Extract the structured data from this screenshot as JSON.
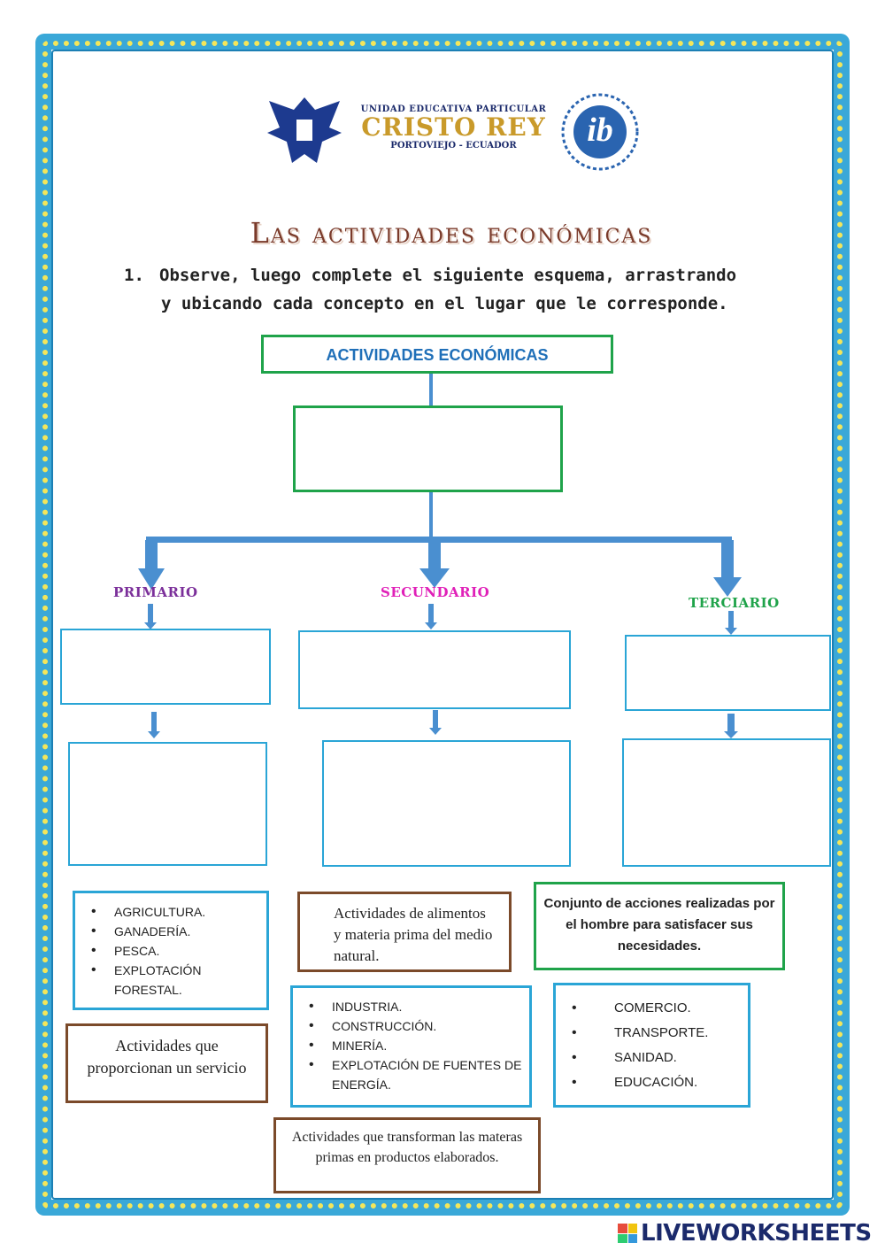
{
  "header": {
    "school_line1": "UNIDAD EDUCATIVA PARTICULAR",
    "school_name": "CRISTO REY",
    "school_line2": "PORTOVIEJO - ECUADOR",
    "ib_logo_text": "ib"
  },
  "title": "Las actividades económicas",
  "instruction": {
    "number": "1.",
    "text_line1": "Observe, luego complete el siguiente esquema, arrastrando",
    "text_line2": "y ubicando cada concepto en el lugar que le corresponde."
  },
  "diagram": {
    "root_label": "ACTIVIDADES ECONÓMICAS",
    "categories": {
      "primario": {
        "label": "PRIMARIO",
        "color": "#7b2f9a"
      },
      "secundario": {
        "label": "SECUNDARIO",
        "color": "#e020b8"
      },
      "terciario": {
        "label": "TERCIARIO",
        "color": "#1fa34a"
      }
    }
  },
  "cards": {
    "primary_list": [
      "AGRICULTURA.",
      "GANADERÍA.",
      "PESCA.",
      "EXPLOTACIÓN FORESTAL."
    ],
    "primary_definition": "Actividades de alimentos y materia prima del medio natural.",
    "concept_definition": "Conjunto de acciones realizadas por el hombre para satisfacer sus necesidades.",
    "tertiary_definition": "Actividades que proporcionan un servicio",
    "secondary_list": [
      "INDUSTRIA.",
      "CONSTRUCCIÓN.",
      "MINERÍA.",
      "EXPLOTACIÓN DE FUENTES DE ENERGÍA."
    ],
    "tertiary_list": [
      "COMERCIO.",
      "TRANSPORTE.",
      "SANIDAD.",
      "EDUCACIÓN."
    ],
    "secondary_definition": "Actividades que transforman  las materas primas en productos elaborados."
  },
  "footer": {
    "brand": "LIVEWORKSHEETS"
  },
  "colors": {
    "frame": "#3aa8d8",
    "green": "#1fa34a",
    "blue": "#2aa5d6",
    "brown": "#7b4a2a",
    "arrow": "#4a8fd0"
  }
}
